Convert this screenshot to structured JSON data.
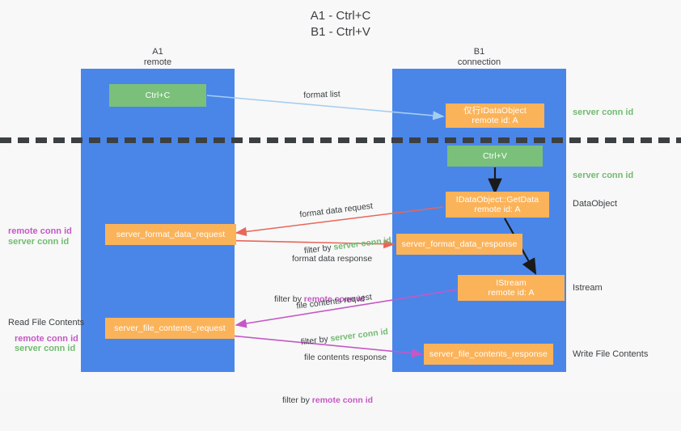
{
  "title": "A1 - Ctrl+C\nB1 - Ctrl+V",
  "lanes": [
    {
      "name": "lane-a1",
      "title": "A1\nremote",
      "color": "#4a86e8"
    },
    {
      "name": "lane-b1",
      "title": "B1\nconnection",
      "color": "#4a86e8"
    }
  ],
  "colors": {
    "lane": "#4a86e8",
    "green_node": "#7ac07a",
    "orange_node": "#fbb35a",
    "server_conn_id": "#72bb72",
    "remote_conn_id": "#c558c5",
    "arrow_format_list": "#a6cdf0",
    "arrow_format_data": "#e8665a",
    "arrow_file_contents": "#c558c5",
    "arrow_internal": "#1a1a1a",
    "text": "#3c4043",
    "background": "#f8f8f8"
  },
  "nodes": {
    "ctrl_c": {
      "label": "Ctrl+C",
      "style": "green"
    },
    "ctrl_v": {
      "label": "Ctrl+V",
      "style": "green"
    },
    "idataobject": {
      "line1": "仅行IDataObject",
      "line2": "remote id: A",
      "style": "orange"
    },
    "getdata": {
      "line1": "IDataObject::GetData",
      "line2": "remote id: A",
      "style": "orange"
    },
    "istream": {
      "line1": "IStream",
      "line2": "remote id: A",
      "style": "orange"
    },
    "server_format_data_request": {
      "label": "server_format_data_request",
      "style": "orange"
    },
    "server_format_data_response": {
      "label": "server_format_data_response",
      "style": "orange"
    },
    "server_file_contents_request": {
      "label": "server_file_contents_request",
      "style": "orange"
    },
    "server_file_contents_response": {
      "label": "server_file_contents_response",
      "style": "orange"
    }
  },
  "right_labels": [
    {
      "name": "right-label-server-conn-id-1",
      "text": "server conn id",
      "style": "green"
    },
    {
      "name": "right-label-server-conn-id-2",
      "text": "server conn id",
      "style": "green"
    },
    {
      "name": "right-label-dataobject",
      "text": "DataObject",
      "style": "plain"
    },
    {
      "name": "right-label-istream",
      "text": "Istream",
      "style": "plain"
    },
    {
      "name": "right-label-write-file-contents",
      "text": "Write File Contents",
      "style": "plain"
    }
  ],
  "left_labels": {
    "group1": {
      "remote": "remote conn id",
      "server": "server conn id"
    },
    "read_file_contents": "Read File Contents",
    "group2": {
      "remote": "remote conn id",
      "server": "server conn id"
    }
  },
  "edge_captions": {
    "format_list": "format list",
    "format_data_request": {
      "line1": "format data request",
      "prefix": "filter by ",
      "highlight": "server conn id",
      "highlight_style": "green"
    },
    "format_data_response": {
      "line1": "format data response",
      "prefix": "filter by ",
      "highlight": "remote conn id",
      "highlight_style": "magenta"
    },
    "file_contents_request": {
      "line1": "file contents request",
      "prefix": "filter by ",
      "highlight": "server conn id",
      "highlight_style": "green"
    },
    "file_contents_response": {
      "line1": "file contents response",
      "prefix": "filter by ",
      "highlight": "remote conn id",
      "highlight_style": "magenta"
    }
  }
}
